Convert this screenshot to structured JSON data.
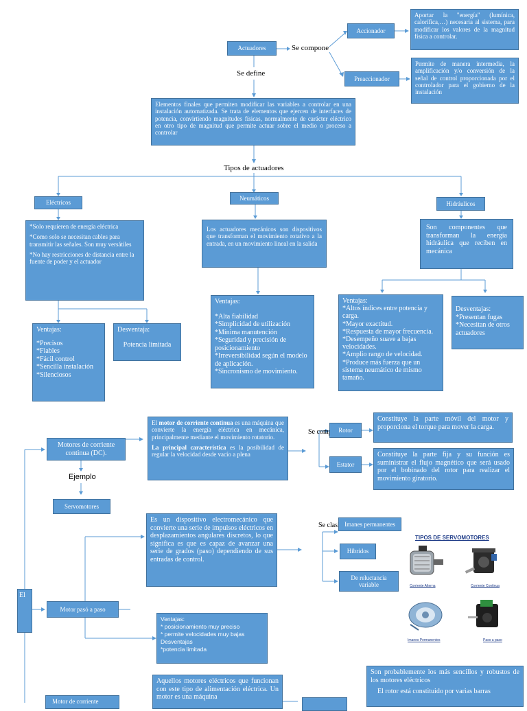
{
  "top": {
    "actuadores": "Actuadores",
    "se_compone": "Se compone",
    "accionador": "Accionador",
    "accionador_desc": "Aportar la \"energía\" (lumínica, calorífica,…) necesaria al sistema, para modificar los valores de la magnitud física a controlar.",
    "preaccionador": "Preaccionador",
    "preaccionador_desc": "Permite de manera intermedia, la amplificación y/o conversión de la señal de control proporcionada por el controlador para el gobierno de la instalación",
    "se_define": "Se define",
    "definicion": "Elementos finales que permiten modificar las variables a controlar en una instalación automatizada. Se trata de elementos que ejercen de interfaces de potencia, convirtiendo magnitudes físicas, normalmente de carácter eléctrico en otro tipo de magnitud que permite actuar sobre el medio o proceso a controlar",
    "tipos": "Tipos de actuadores"
  },
  "electricos": {
    "title": "Eléctricos",
    "features": [
      "*Solo requieren de energía eléctrica",
      "*Como solo se necesitan cables para transmitir las señales. Son muy versátiles",
      "*No hay restricciones de distancia entre la fuente de poder y el actuador"
    ],
    "ventajas": [
      "Ventajas:",
      "*Precisos",
      "*Fiables",
      "*Fácil control",
      "*Sencilla instalación",
      "*Silenciosos"
    ],
    "desventaja_title": "Desventaja:",
    "desventaja_text": "Potencia limitada"
  },
  "neumaticos": {
    "title": "Neumáticos",
    "desc": "Los actuadores mecánicos son dispositivos que transforman el movimiento rotativo a la entrada, en un movimiento lineal en la salida",
    "ventajas": [
      "Ventajas:",
      "*Alta fiabilidad",
      "*Simplicidad de utilización",
      "*Mínima manutención",
      "*Seguridad y precisión de posicionamiento",
      "*Irreversibilidad según el modelo de aplicación.",
      "*Sincronismo de movimiento."
    ]
  },
  "hidraulicos": {
    "title": "Hidráulicos",
    "desc": "Son componentes que transforman la energía hidráulica que reciben en mecánica",
    "ventajas": [
      "Ventajas:",
      "*Altos índices entre potencia y carga.",
      "*Mayor exactitud.",
      "*Respuesta de mayor frecuencia.",
      "*Desempeño suave a bajas velocidades.",
      "*Amplio rango de velocidad.",
      "*Produce más fuerza que un sistema neumático de mismo tamaño."
    ],
    "desventajas": [
      "Desventajas:",
      "*Presentan fugas",
      "*Necesitan de otros actuadores"
    ]
  },
  "electricos_detail": {
    "side_label": "El",
    "motor_dc": "Motores de corriente continua (DC).",
    "dc_desc_p1_a": "El ",
    "dc_desc_p1_b": "motor de corriente continua",
    "dc_desc_p1_c": " es una máquina que convierte la energía eléctrica en mecánica, principalmente mediante el movimiento rotatorio.",
    "dc_desc_p2_a": "La principal característica",
    "dc_desc_p2_b": " es la posibilidad de regular la velocidad desde vacío a plena",
    "se_compone": "Se compone",
    "rotor": "Rotor",
    "rotor_desc": "Constituye la parte móvil del motor y proporciona el torque para mover la carga.",
    "estator": "Estator",
    "estator_desc": "Constituye la parte fija y su función es suministrar el flujo magnético que será usado por el bobinado del rotor para realizar el movimiento giratorio.",
    "ejemplo": "Ejemplo",
    "servomotores": "Servomotores",
    "paso_desc": "Es un dispositivo electromecánico que convierte una serie de impulsos eléctricos en desplazamientos angulares discretos, lo que significa es que es capaz de avanzar una serie de grados (paso) dependiendo de sus entradas de control.",
    "se_clasifican": "Se clasifican",
    "imanes": "Imanes permanentes",
    "hibridos": "Híbridos",
    "reluctancia": "De reluctancia variable",
    "motor_paso": "Motor pasó a paso",
    "paso_ventajas": [
      "Ventajas:",
      "* posicionamiento muy preciso",
      "* permite velocidades muy bajas",
      "Desventajas",
      "*potencia limitada"
    ],
    "motor_corriente": "Motor de corriente",
    "alterna_desc": "Aquellos motores eléctricos que funcionan con este tipo de alimentación eléctrica. Un motor es una máquina",
    "induccion_desc_p1": "Son probablemente los más sencillos y robustos de los motores eléctricos",
    "induccion_desc_p2": "El rotor está constituido por varias barras"
  },
  "servo_images": {
    "title": "TIPOS DE SERVOMOTORES",
    "captions": [
      "Corriente Alterna",
      "Corriente Continua",
      "Imanes Permanentes",
      "Paso a paso"
    ]
  }
}
